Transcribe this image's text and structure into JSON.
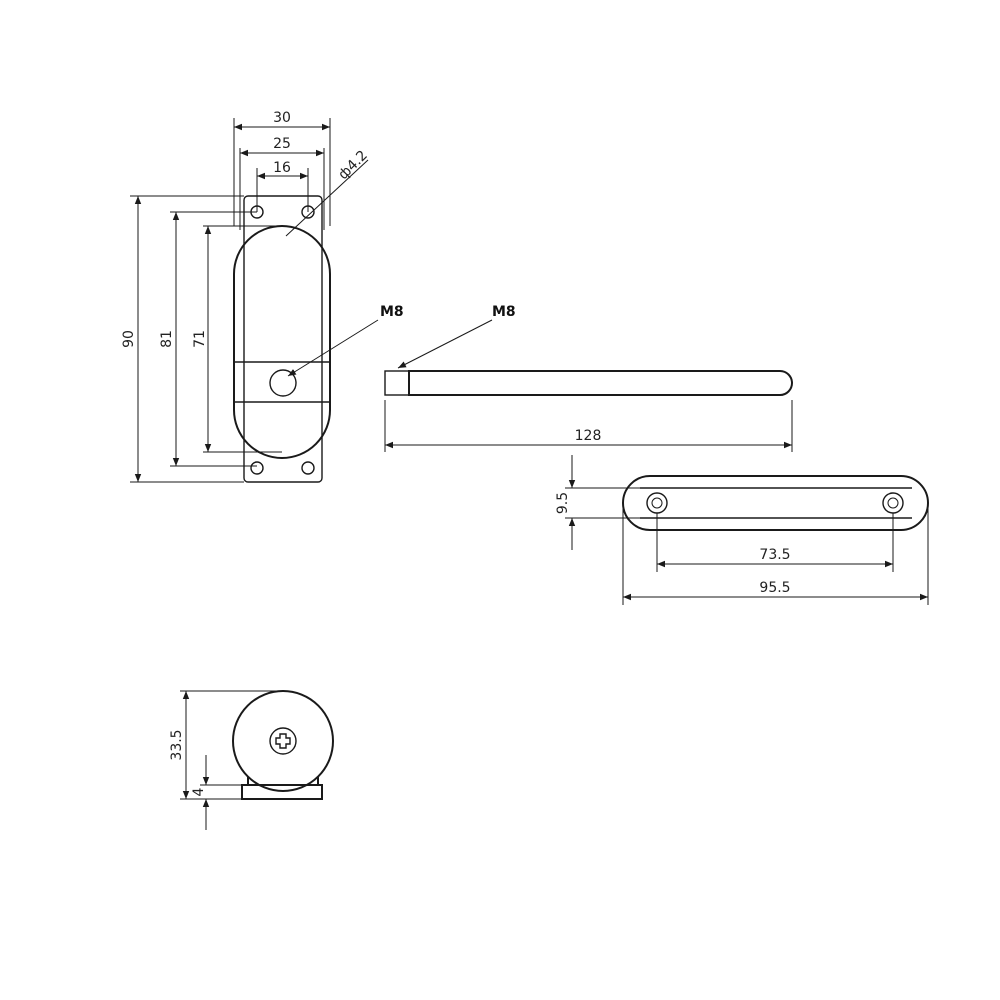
{
  "front_view": {
    "width_outer": "30",
    "width_mid": "25",
    "width_inner": "16",
    "hole_dia": "ф4.2",
    "height_total": "90",
    "height_holes": "81",
    "height_body": "71",
    "thread_label": "M8"
  },
  "arm_view": {
    "thread_label": "M8",
    "length": "128"
  },
  "bracket_view": {
    "height": "9.5",
    "hole_spacing": "73.5",
    "length": "95.5"
  },
  "side_view": {
    "height": "33.5",
    "base_thickness": "4"
  }
}
